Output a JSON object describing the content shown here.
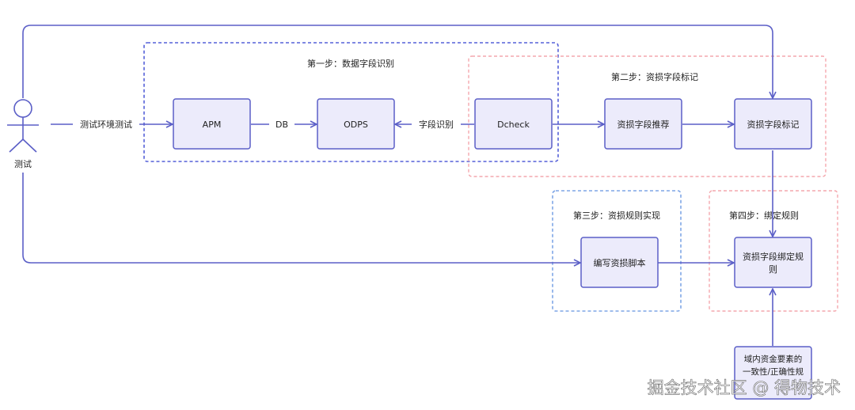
{
  "actor": {
    "label": "测试"
  },
  "groups": {
    "step1": "第一步：数据字段识别",
    "step2": "第二步：资损字段标记",
    "step3": "第三步：资损规则实现",
    "step4": "第四步：绑定规则"
  },
  "nodes": {
    "apm": "APM",
    "odps": "ODPS",
    "dcheck": "Dcheck",
    "recommend": "资损字段推荐",
    "mark": "资损字段标记",
    "script": "编写资损脚本",
    "bind_line1": "资损字段绑定规",
    "bind_line2": "则",
    "domain_line1": "域内资金要素的",
    "domain_line2": "一致性/正确性规"
  },
  "edges": {
    "test_env": "测试环境测试",
    "db": "DB",
    "field_recognition": "字段识别"
  },
  "watermark": "掘金技术社区 @ 得物技术",
  "colors": {
    "node_fill": "#ecebfb",
    "node_stroke": "#5b5fc7",
    "arrow": "#5b5fc7",
    "group_blue": "#5560d8",
    "group_pink": "#f4a7ad",
    "group_lightblue": "#7fa6e6"
  }
}
